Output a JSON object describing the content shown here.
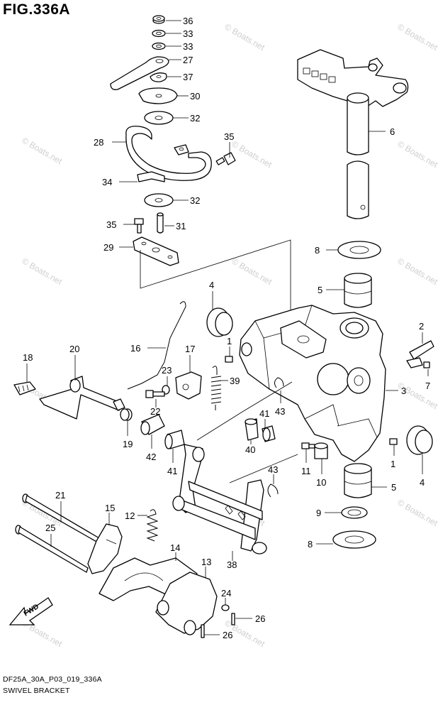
{
  "figure": {
    "title": "FIG.336A",
    "drawing_code": "DF25A_30A_P03_019_336A",
    "section_name": "SWIVEL BRACKET"
  },
  "watermark": "© Boats.net",
  "callouts": {
    "c36": "36",
    "c33a": "33",
    "c33b": "33",
    "c27": "27",
    "c37": "37",
    "c30": "30",
    "c32a": "32",
    "c28": "28",
    "c35a": "35",
    "c34": "34",
    "c32b": "32",
    "c35b": "35",
    "c31": "31",
    "c29": "29",
    "c6": "6",
    "c8a": "8",
    "c5a": "5",
    "c4a": "4",
    "c16": "16",
    "c17": "17",
    "c1a": "1",
    "c2": "2",
    "c7": "7",
    "c18": "18",
    "c20": "20",
    "c23": "23",
    "c39": "39",
    "c3": "3",
    "c22": "22",
    "c43a": "43",
    "c19": "19",
    "c42": "42",
    "c41a": "41",
    "c41b": "41",
    "c40": "40",
    "c1b": "1",
    "c4b": "4",
    "c11": "11",
    "c10": "10",
    "c43b": "43",
    "c5b": "5",
    "c21": "21",
    "c15": "15",
    "c12": "12",
    "c9": "9",
    "c25": "25",
    "c14": "14",
    "c38": "38",
    "c8b": "8",
    "c13": "13",
    "c24": "24",
    "c26a": "26",
    "c26b": "26"
  },
  "fwd_arrow_label": "FWD"
}
